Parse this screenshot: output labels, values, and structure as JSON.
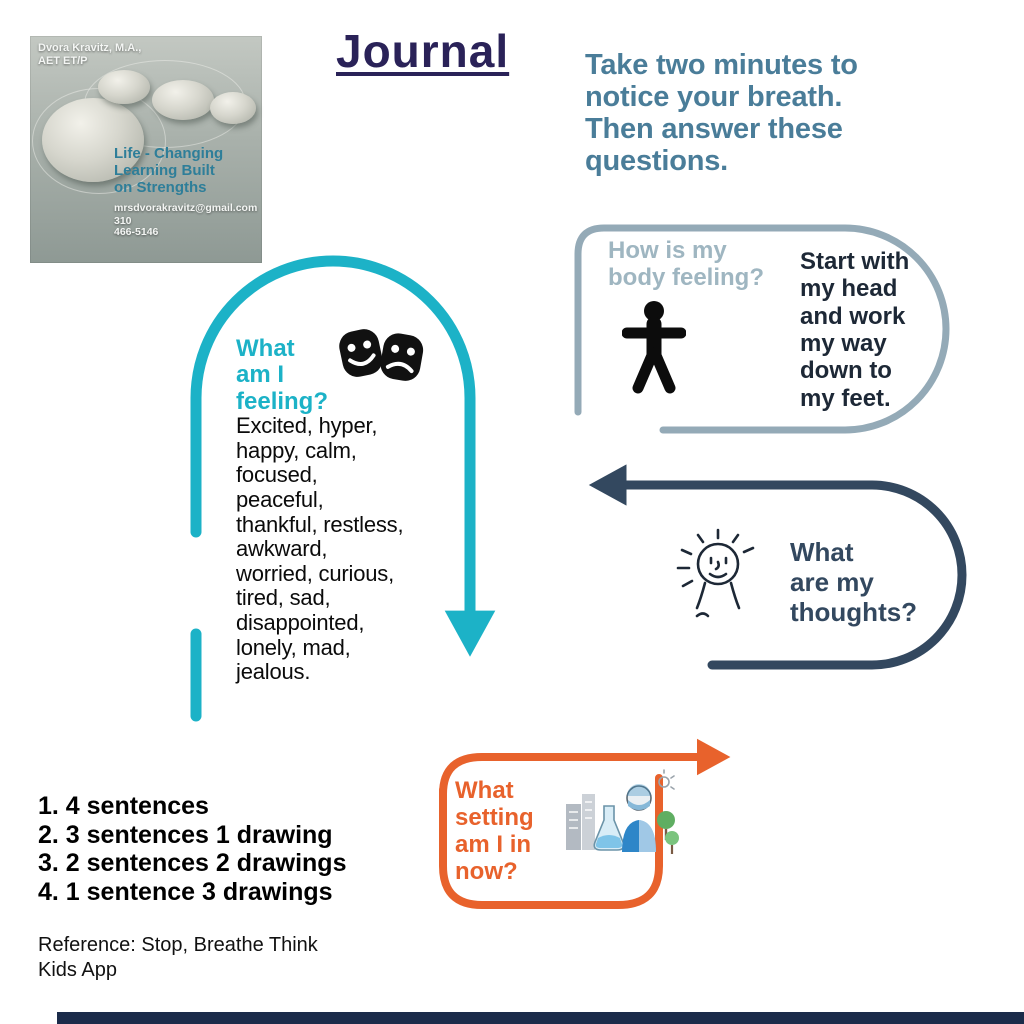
{
  "page": {
    "title": "Journal",
    "intro": "Take two minutes to\nnotice your breath.\nThen answer these\nquestions.",
    "reference": "Reference: Stop, Breathe Think\nKids App",
    "intro_color": "#4a7d99",
    "title_color": "#2a2258"
  },
  "business_card": {
    "name": "Dvora Kravitz, M.A.,\nAET ET/P",
    "tagline": "Life - Changing\nLearning Built\non Strengths",
    "email": "mrsdvorakravitz@gmail.com",
    "phone_area_code": "310",
    "phone_number": "466-5146"
  },
  "sections": {
    "body_feeling": {
      "question": "How is my\nbody feeling?",
      "answer_hint": "Start with\nmy head\nand work\nmy way\ndown to\nmy feet.",
      "icon": "person-icon",
      "outline_color": "#94aab7",
      "question_color": "#9fb6c1",
      "text_color": "#1d2836"
    },
    "feelings": {
      "question": "What\nam I\nfeeling?",
      "answer_hint": "Excited, hyper,\nhappy, calm,\nfocused,\npeaceful,\nthankful, restless,\nawkward,\nworried, curious,\n tired, sad,\ndisappointed,\nlonely, mad,\njealous.",
      "icon": "theater-masks-icon",
      "outline_color": "#1cb2c7",
      "question_color": "#1cb2c7",
      "text_color": "#0b0b0b"
    },
    "thoughts": {
      "question": "What\nare my\nthoughts?",
      "icon": "thinking-face-icon",
      "outline_color": "#33485f",
      "question_color": "#33485f"
    },
    "setting": {
      "question": "What\nsetting\nam I in\nnow?",
      "icon": "environment-illustration",
      "outline_color": "#e8622c",
      "question_color": "#e8622c"
    }
  },
  "journal_options": {
    "items": [
      "1. 4 sentences",
      "2. 3 sentences 1 drawing",
      "3. 2 sentences 2 drawings",
      "4. 1 sentence 3 drawings"
    ]
  },
  "footer": {
    "bar_color": "#1b2b4a"
  }
}
